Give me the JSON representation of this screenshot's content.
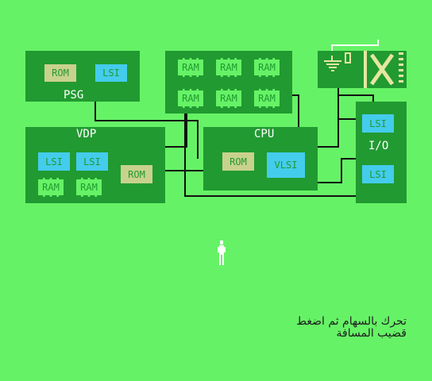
{
  "boards": {
    "psg": {
      "label": "PSG",
      "chips": [
        "ROM",
        "LSI"
      ]
    },
    "ram_bank": {
      "chips": [
        "RAM",
        "RAM",
        "RAM",
        "RAM",
        "RAM",
        "RAM"
      ]
    },
    "vdp": {
      "label": "VDP",
      "chips": [
        "LSI",
        "LSI",
        "ROM",
        "RAM",
        "RAM"
      ]
    },
    "cpu": {
      "label": "CPU",
      "chips": [
        "ROM",
        "VLSI"
      ]
    },
    "io": {
      "label": "I/O",
      "chips": [
        "LSI",
        "LSI"
      ]
    }
  },
  "icons": {
    "antenna": "antenna-icon",
    "cartridge_slot": "cartridge-slot-icon",
    "player": "player-character-icon"
  },
  "message": {
    "line1": "تحرك بالسهام ثم اضغط",
    "line2": "قضيب المسافة"
  },
  "colors": {
    "background": "#66f266",
    "board": "#219a31",
    "rom_chip": "#c8d28c",
    "lsi_chip": "#44ccec",
    "ram_chip": "#66f266",
    "label_text": "#ffffff",
    "message_text": "#1c1c1c"
  }
}
